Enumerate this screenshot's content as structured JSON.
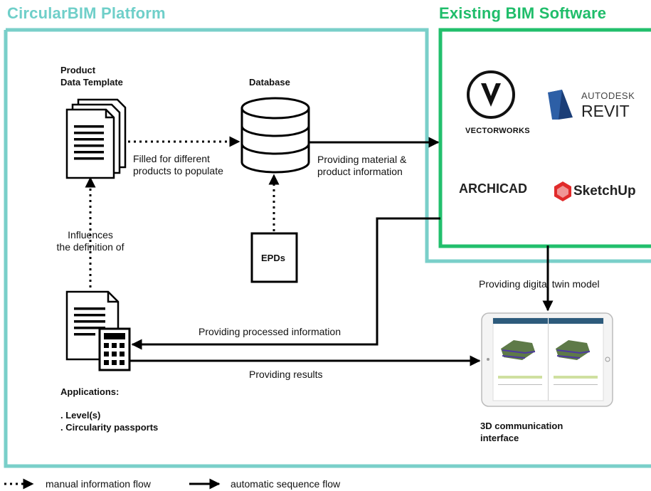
{
  "platform": {
    "title": "CircularBIM Platform",
    "border_color": "#6fcfc9"
  },
  "bim_software": {
    "title": "Existing BIM Software",
    "border_color": "#1fbd6a",
    "logos": [
      {
        "name": "VECTORWORKS",
        "icon": "vectorworks-v-icon"
      },
      {
        "name": "AUTODESK",
        "sub": "REVIT",
        "icon": "revit-icon"
      },
      {
        "name": "ARCHICAD",
        "icon": "archicad-wordmark"
      },
      {
        "name": "SketchUp",
        "icon": "sketchup-icon"
      }
    ]
  },
  "nodes": {
    "product_template_line1": "Product",
    "product_template_line2": "Data Template",
    "database": "Database",
    "epds": "EPDs",
    "applications_title": "Applications:",
    "applications_item1": ". Level(s)",
    "applications_item2": ". Circularity passports",
    "interface_line1": "3D communication",
    "interface_line2": "interface"
  },
  "edges": {
    "filled_line1": "Filled for different",
    "filled_line2": "products to populate",
    "providing_material_line1": "Providing material &",
    "providing_material_line2": "product information",
    "influences_line1": "Influences",
    "influences_line2": "the definition of",
    "digital_twin": "Providing digital twin model",
    "processed_info": "Providing processed information",
    "results": "Providing results"
  },
  "legend": {
    "manual": "manual information flow",
    "automatic": "automatic sequence flow"
  }
}
